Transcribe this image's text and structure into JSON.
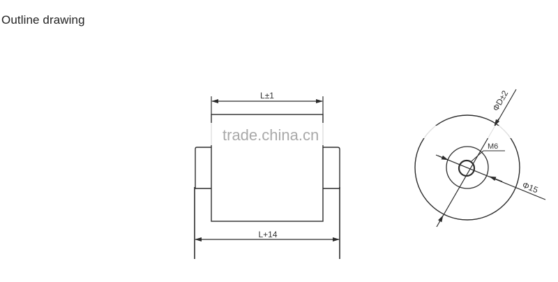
{
  "title": "Outline drawing",
  "watermark": "trade.china.cn",
  "side_view": {
    "top_dimension_label": "L±1",
    "bottom_dimension_label": "L+14"
  },
  "end_view": {
    "outer_diameter_label": "ΦD±2",
    "thread_label": "M6",
    "inner_diameter_label": "Φ15"
  },
  "colors": {
    "line": "#2b2b2b",
    "text": "#333333",
    "watermark": "#a9a9a9",
    "background": "#ffffff"
  }
}
